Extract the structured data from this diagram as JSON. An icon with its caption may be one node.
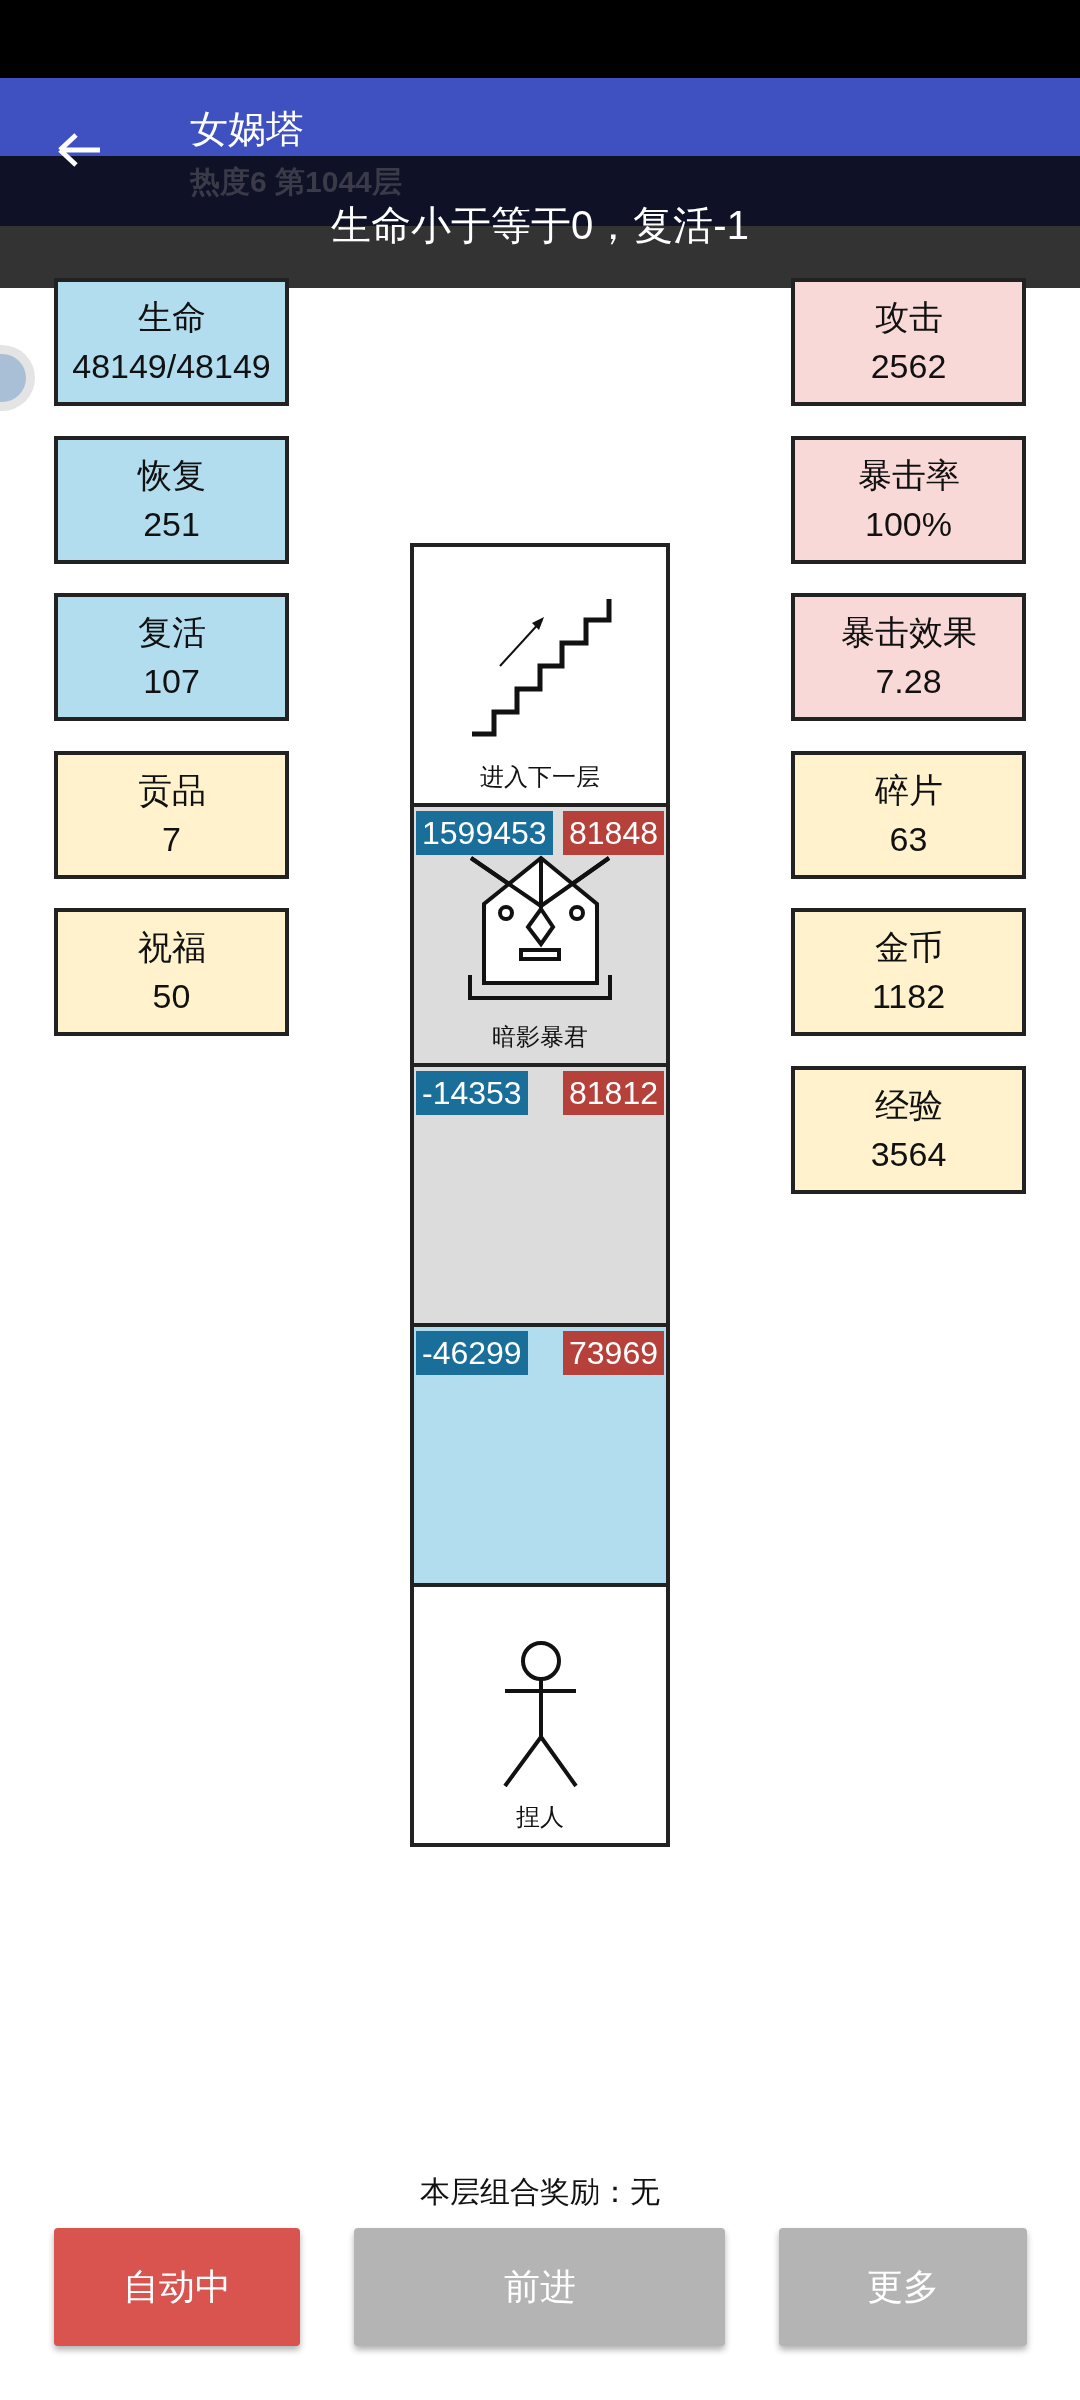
{
  "diagram": {
    "title": "女娲塔",
    "nodes": [
      {
        "text": [
          "生命",
          "48149/48149"
        ]
      },
      {
        "text": [
          "恢复",
          "251"
        ]
      },
      {
        "text": [
          "复活",
          "107"
        ]
      },
      {
        "text": [
          "贡品",
          "7"
        ]
      },
      {
        "text": [
          "祝福",
          "50"
        ]
      },
      {
        "text": [
          "攻击",
          "2562"
        ]
      },
      {
        "text": [
          "暴击率",
          "100%"
        ]
      },
      {
        "text": [
          "暴击效果",
          "7.28"
        ]
      },
      {
        "text": [
          "碎片",
          "63"
        ]
      },
      {
        "text": [
          "金币",
          "1182"
        ]
      },
      {
        "text": [
          "经验",
          "3564"
        ]
      },
      {
        "text": [
          "进入下一层"
        ]
      },
      {
        "text": [
          "1599453",
          "81848",
          "暗影暴君"
        ]
      },
      {
        "text": [
          "-14353",
          "81812"
        ]
      },
      {
        "text": [
          "-46299",
          "73969"
        ]
      },
      {
        "text": [
          "捏人"
        ]
      }
    ],
    "edges": [],
    "labels": [
      "热度6 第1044层",
      "生命小于等于0，复活-1",
      "本层组合奖励：无",
      "自动中",
      "前进",
      "更多"
    ]
  }
}
